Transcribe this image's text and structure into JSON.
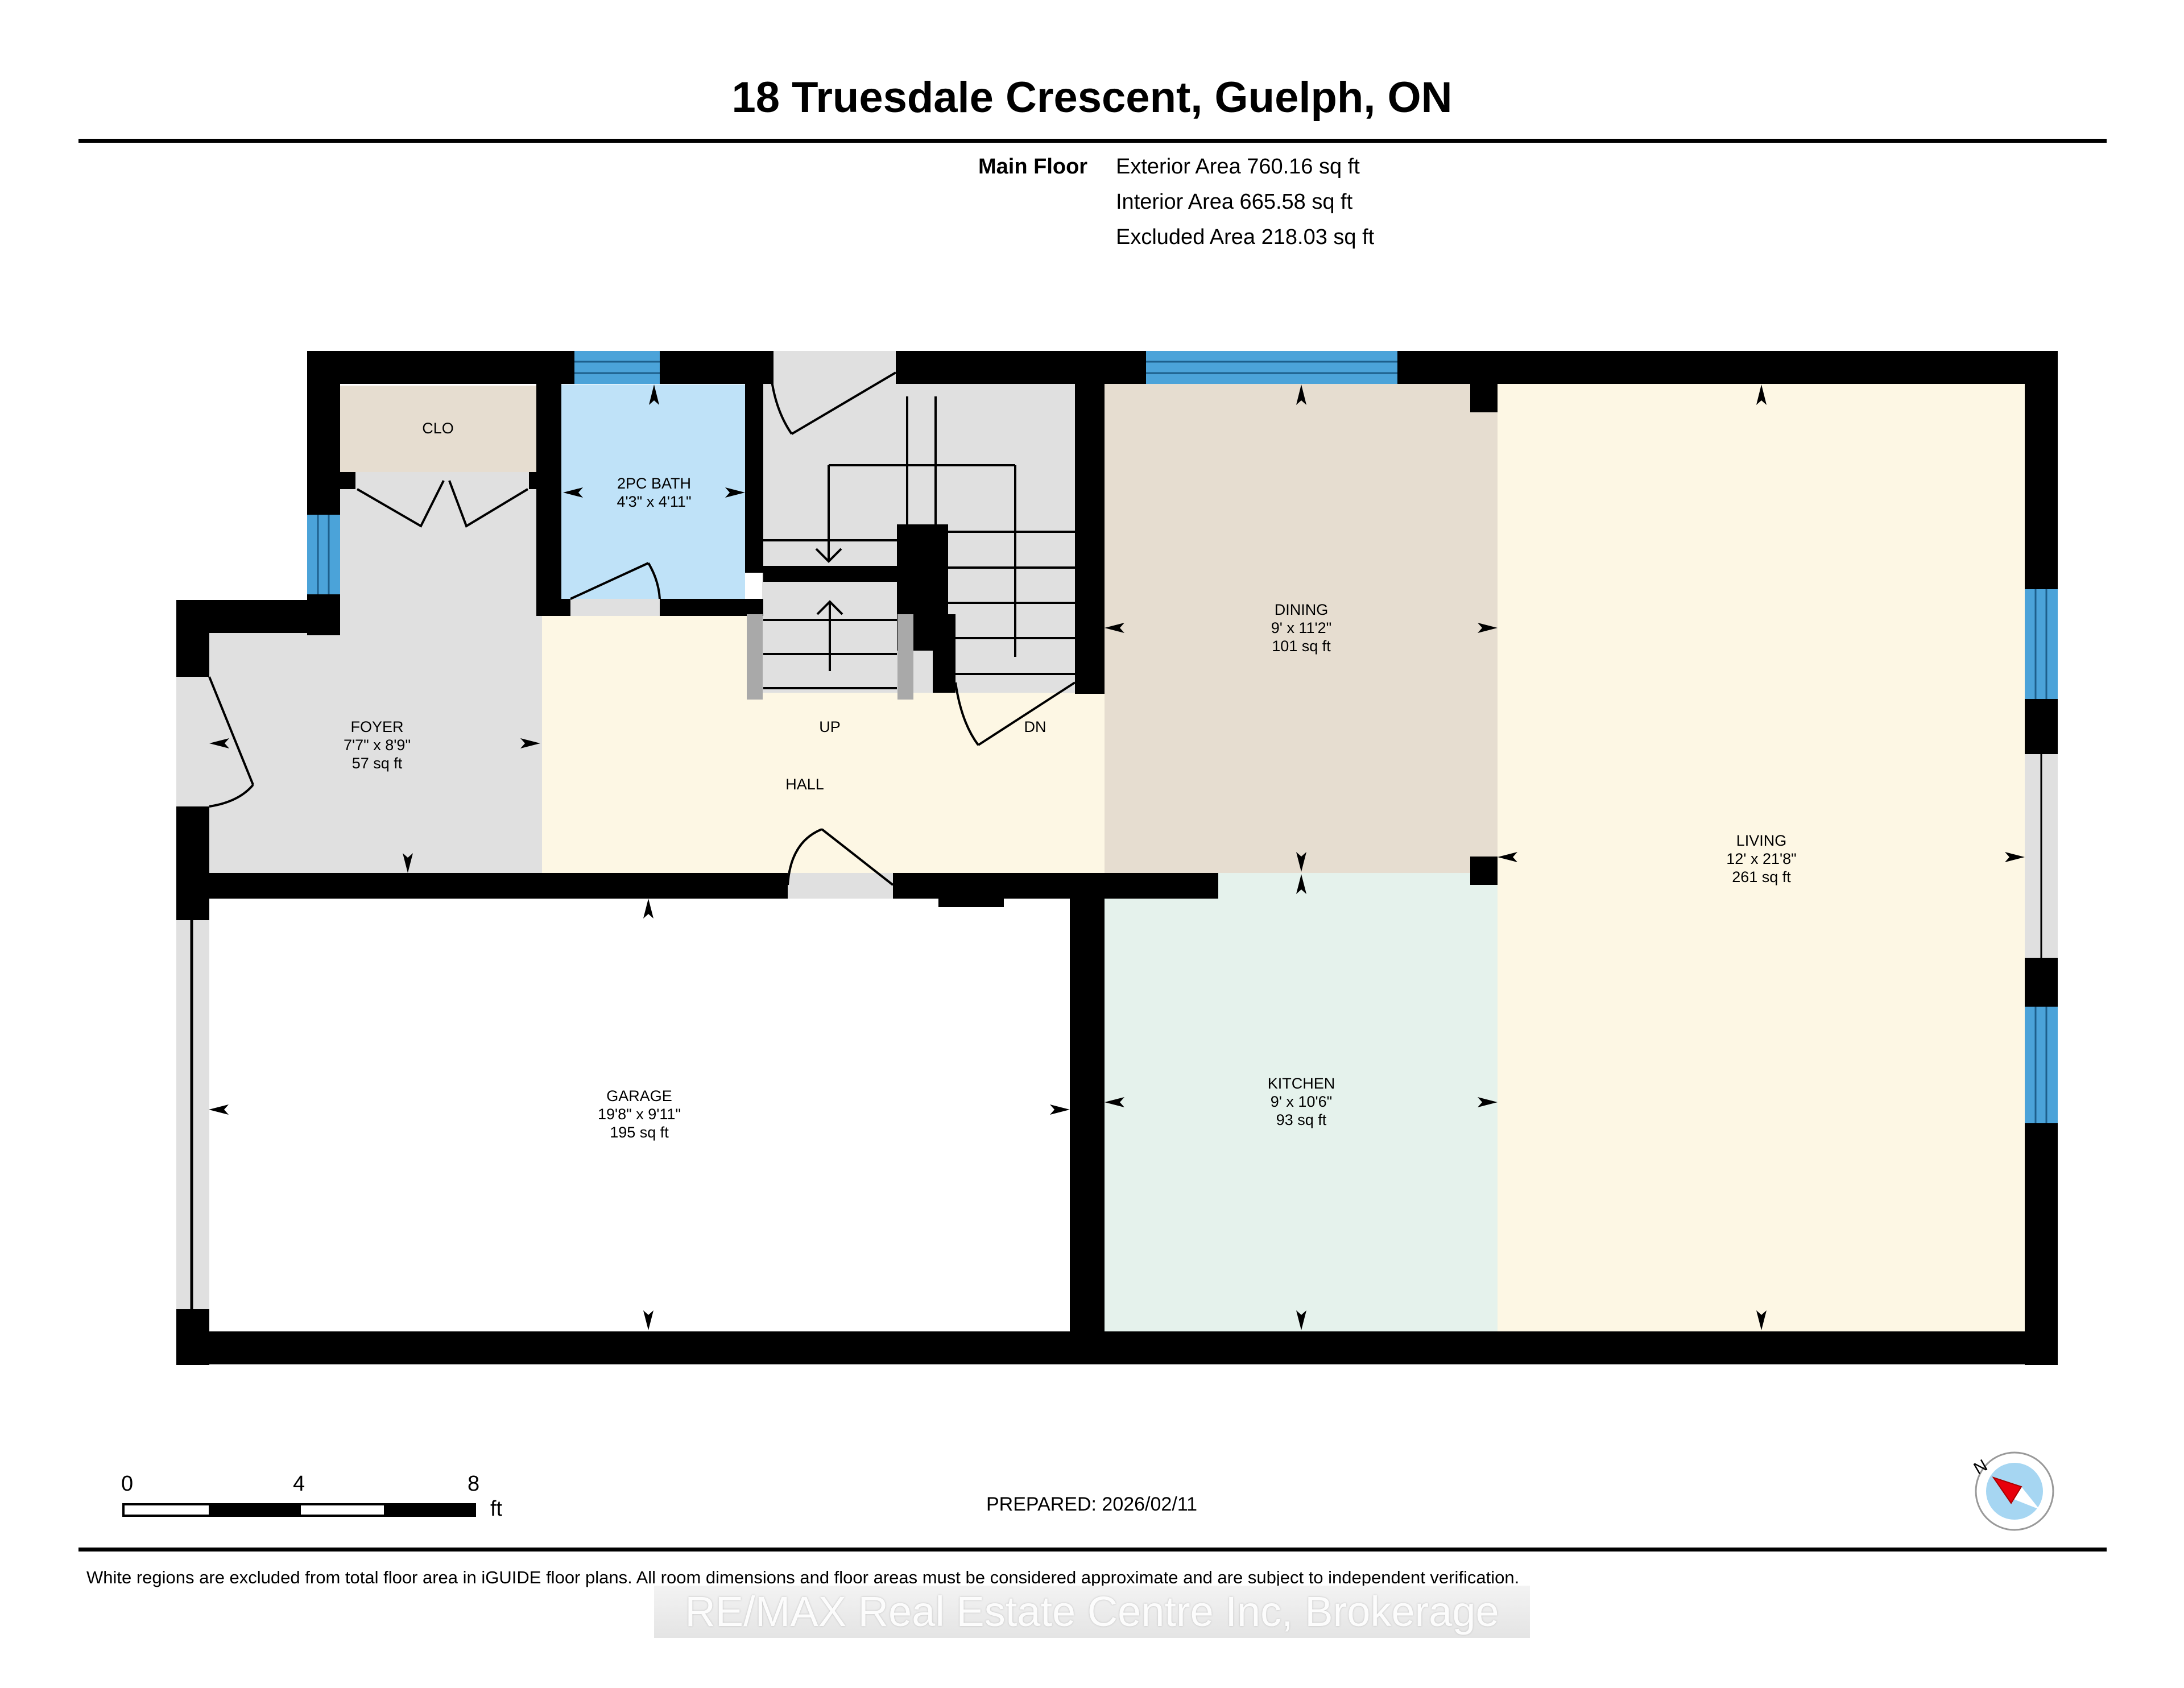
{
  "header": {
    "title": "18 Truesdale Crescent, Guelph, ON"
  },
  "summary": {
    "floor_label": "Main Floor",
    "areas": [
      "Exterior Area 760.16 sq ft",
      "Interior Area 665.58 sq ft",
      "Excluded Area 218.03 sq ft"
    ]
  },
  "colors": {
    "wall": "#000000",
    "window": "#4ba3d9",
    "closet": "#e6ddd0",
    "bath": "#bfe2f8",
    "foyer": "#e0e0e0",
    "hall": "#fdf7e4",
    "dining": "#e6ddd0",
    "living": "#fdf7e4",
    "kitchen": "#e5f2ec",
    "garage": "#ffffff",
    "stairs": "#e0e0e0"
  },
  "rooms": {
    "clo": {
      "name": "CLO"
    },
    "bath": {
      "name": "2PC BATH",
      "dims": "4'3\" x 4'11\""
    },
    "foyer": {
      "name": "FOYER",
      "dims": "7'7\" x 8'9\"",
      "area": "57 sq ft"
    },
    "hall": {
      "name": "HALL"
    },
    "stairs_up": {
      "name": "UP"
    },
    "stairs_down": {
      "name": "DN"
    },
    "dining": {
      "name": "DINING",
      "dims": "9' x 11'2\"",
      "area": "101 sq ft"
    },
    "living": {
      "name": "LIVING",
      "dims": "12' x 21'8\"",
      "area": "261 sq ft"
    },
    "kitchen": {
      "name": "KITCHEN",
      "dims": "9' x 10'6\"",
      "area": "93 sq ft"
    },
    "garage": {
      "name": "GARAGE",
      "dims": "19'8\" x 9'11\"",
      "area": "195 sq ft"
    }
  },
  "scale_bar": {
    "ticks": [
      "0",
      "4",
      "8"
    ],
    "unit": "ft"
  },
  "compass": {
    "label": "N"
  },
  "footer": {
    "prepared": "PREPARED: 2026/02/11",
    "disclaimer": "White regions are excluded from total floor area in iGUIDE floor plans. All room dimensions and floor areas must be considered approximate and are subject to independent verification.",
    "watermark": "RE/MAX Real Estate Centre Inc, Brokerage"
  }
}
